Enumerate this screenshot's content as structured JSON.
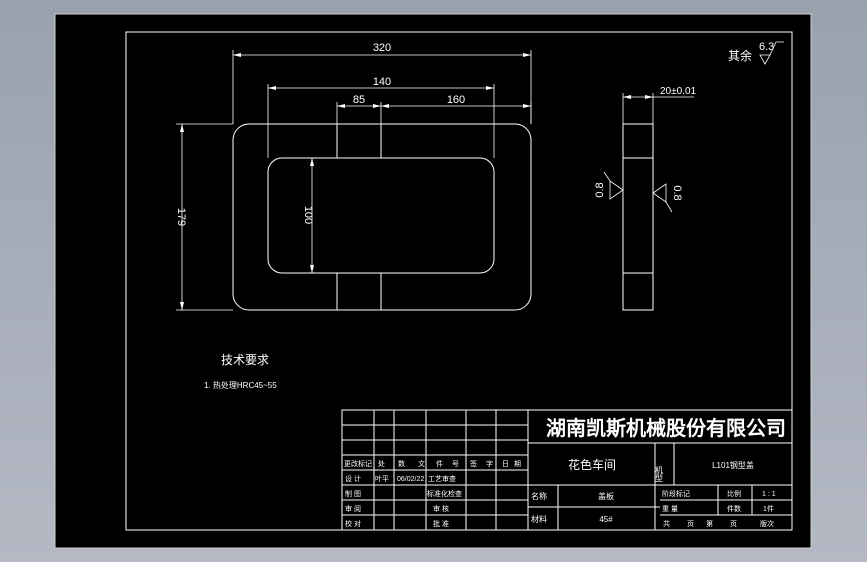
{
  "drawing": {
    "dimensions": {
      "overall_length": "320",
      "inner_length": "140",
      "slot_offset": "85",
      "slot_to_edge": "160",
      "overall_height": "179",
      "inner_height": "100",
      "thickness": "20±0.01",
      "roughness_side_left": "0.8",
      "roughness_side_right": "0.8"
    },
    "roughness_note": {
      "prefix": "其余",
      "value": "6.3"
    },
    "tech_requirements": {
      "title": "技术要求",
      "items": [
        "1. 热处理HRC45~55"
      ]
    }
  },
  "title_block": {
    "company": "湖南凯斯机械股份有限公司",
    "workshop": "花色车间",
    "model_label": "机型",
    "part_name": "L101钢型盖",
    "name_label": "名称",
    "name_value": "盖板",
    "material_label": "材料",
    "material_value": "45#",
    "header_row": [
      "更改标记",
      "处",
      "数",
      "文",
      "件",
      "号",
      "签",
      "字",
      "日",
      "期"
    ],
    "rows": [
      [
        "设 计",
        "叶平",
        "06/02/22",
        "工艺审查"
      ],
      [
        "制 图",
        "",
        "",
        "标准化检查"
      ],
      [
        "审 阅",
        "",
        "",
        "审 核"
      ],
      [
        "校 对",
        "",
        "",
        "批 准"
      ]
    ],
    "stage_label": "阶段标记",
    "ratio_label": "比例",
    "ratio_value": "1 : 1",
    "weight_label": "重 量",
    "pieces_label": "件数",
    "pieces_value": "1件",
    "sheets": [
      "共",
      "页",
      "第",
      "页",
      "版次"
    ]
  }
}
